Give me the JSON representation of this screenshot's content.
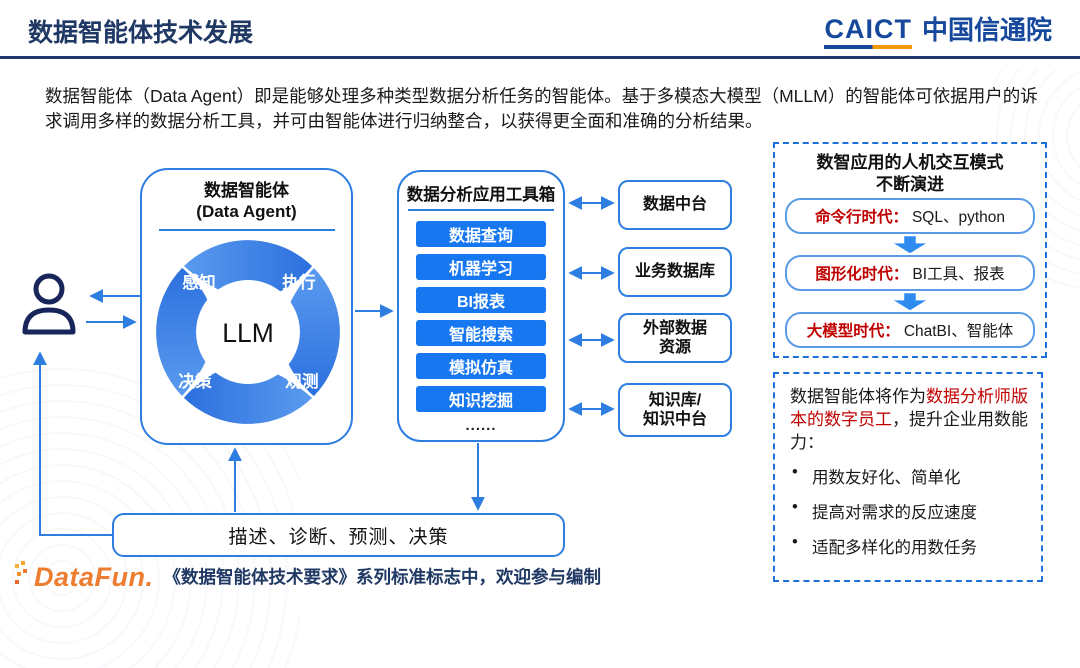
{
  "header": {
    "title": "数据智能体技术发展",
    "logo": {
      "acronym": "CAICT",
      "name": "中国信通院"
    }
  },
  "intro": "数据智能体（Data Agent）即是能够处理多种类型数据分析任务的智能体。基于多模态大模型（MLLM）的智能体可依据用户的诉求调用多样的数据分析工具，并可由智能体进行归纳整合，以获得更全面和准确的分析结果。",
  "agent": {
    "title_cn": "数据智能体",
    "title_en": "(Data Agent)",
    "core": "LLM",
    "capabilities": {
      "top_left": "感知",
      "top_right": "执行",
      "bottom_left": "决策",
      "bottom_right": "观测"
    }
  },
  "toolbox": {
    "title": "数据分析应用工具箱",
    "tools": [
      "数据查询",
      "机器学习",
      "BI报表",
      "智能搜索",
      "模拟仿真",
      "知识挖掘"
    ],
    "more": "......"
  },
  "data_sources": [
    "数据中台",
    "业务数据库",
    "外部数据\n资源",
    "知识库/\n知识中台"
  ],
  "evolution": {
    "title_line1": "数智应用的人机交互模式",
    "title_line2": "不断演进",
    "eras": [
      {
        "label": "命令行时代：",
        "value": "SQL、python"
      },
      {
        "label": "图形化时代：",
        "value": "BI工具、报表"
      },
      {
        "label": "大模型时代：",
        "value": "ChatBI、智能体"
      }
    ]
  },
  "note": {
    "lead_black": "数据智能体将作为",
    "lead_red": "数据分析师版本的数字员工",
    "lead_tail": "，提升企业用数能力：",
    "bullets": [
      "用数友好化、简单化",
      "提高对需求的反应速度",
      "适配多样化的用数任务"
    ]
  },
  "output_box": "描述、诊断、预测、决策",
  "footer": {
    "logo": "DataFun.",
    "text": "《数据智能体技术要求》系列标准标志中，欢迎参与编制"
  },
  "colors": {
    "title_navy": "#1F3864",
    "caict_blue": "#16489C",
    "caict_orange": "#F39800",
    "diagram_blue": "#2E7DE1",
    "tool_button_blue": "#1677F0",
    "pinwheel_blue": "#3B82F0",
    "era_red": "#C00000",
    "datafun_orange": "#ED7D31"
  }
}
